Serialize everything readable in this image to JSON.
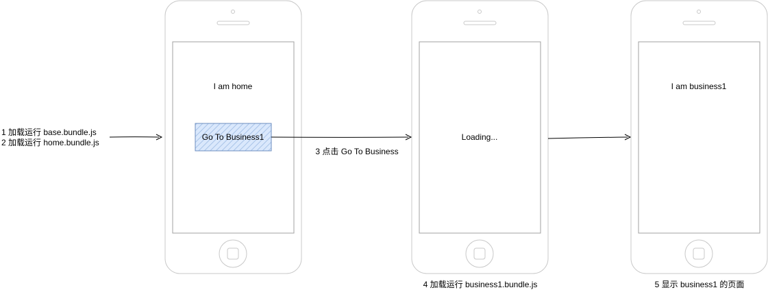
{
  "colors": {
    "phone_outline": "#c8c8c8",
    "screen_outline": "#a0a0a0",
    "arrow": "#000000",
    "button_fill": "#dae8fc",
    "button_border": "#6c8ebf",
    "text": "#000000"
  },
  "steps": {
    "step1": "1 加载运行 base.bundle.js",
    "step2": "2 加载运行 home.bundle.js",
    "step3": "3 点击 Go To Business",
    "step4": "4 加载运行 business1.bundle.js",
    "step5": "5 显示 business1 的页面"
  },
  "phones": [
    {
      "screen_text": "I am home",
      "button_label": "Go To Business1"
    },
    {
      "screen_text": "Loading..."
    },
    {
      "screen_text": "I am business1"
    }
  ],
  "icons": {
    "home_button": "home-button-icon",
    "camera": "camera-icon",
    "speaker": "speaker-icon",
    "arrow": "arrow-right-icon"
  }
}
